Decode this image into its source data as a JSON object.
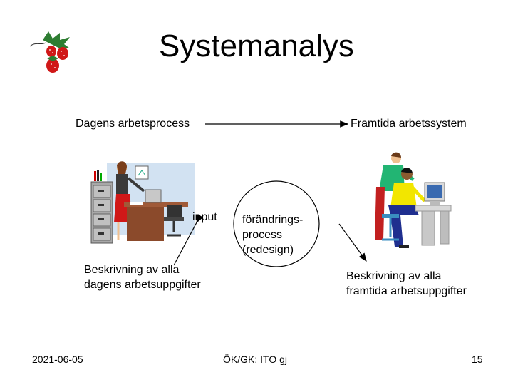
{
  "slide": {
    "title": "Systemanalys",
    "current_process": "Dagens arbetsprocess",
    "future_system": "Framtida arbetssystem",
    "input": "input",
    "change_process": [
      "förändrings-",
      "process",
      "(redesign)"
    ],
    "current_desc": [
      "Beskrivning av alla",
      "dagens arbetsuppgifter"
    ],
    "future_desc": [
      "Beskrivning av alla",
      "framtida arbetsuppgifter"
    ]
  },
  "footer": {
    "date": "2021-06-05",
    "center": "ÖK/GK: ITO gj",
    "page": "15"
  },
  "colors": {
    "strawberry": "#d01818",
    "leaf": "#2e7d32",
    "cabinet": "#a8a8a8",
    "desk": "#8b4a2b",
    "shirt_green": "#22b573",
    "shirt_yellow": "#f2e600",
    "pants_blue": "#1f2f8f"
  }
}
